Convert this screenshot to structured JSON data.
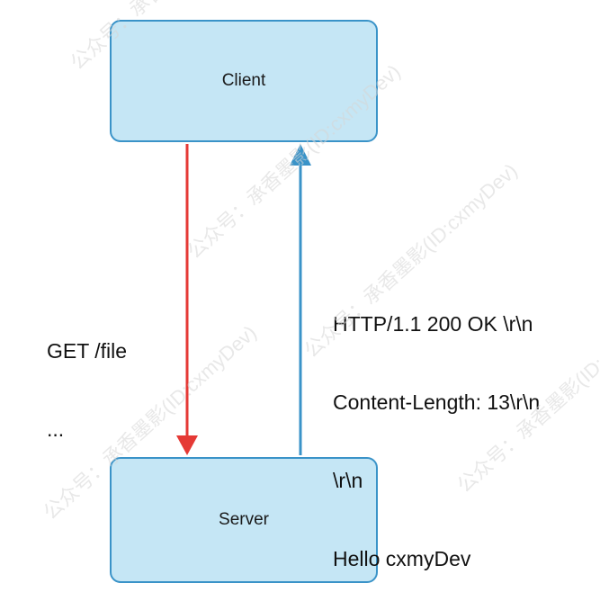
{
  "colors": {
    "box_fill": "#c5e6f5",
    "box_border": "#3a93c8",
    "request_arrow": "#e53935",
    "response_arrow": "#3a93c8"
  },
  "client": {
    "label": "Client"
  },
  "server": {
    "label": "Server"
  },
  "request": {
    "lines": [
      "GET /file",
      "..."
    ]
  },
  "response": {
    "lines": [
      "HTTP/1.1 200 OK \\r\\n",
      "Content-Length: 13\\r\\n",
      "\\r\\n",
      "Hello cxmyDev"
    ]
  },
  "watermark": {
    "text": "公众号：承香墨影(ID:cxmyDev)"
  }
}
